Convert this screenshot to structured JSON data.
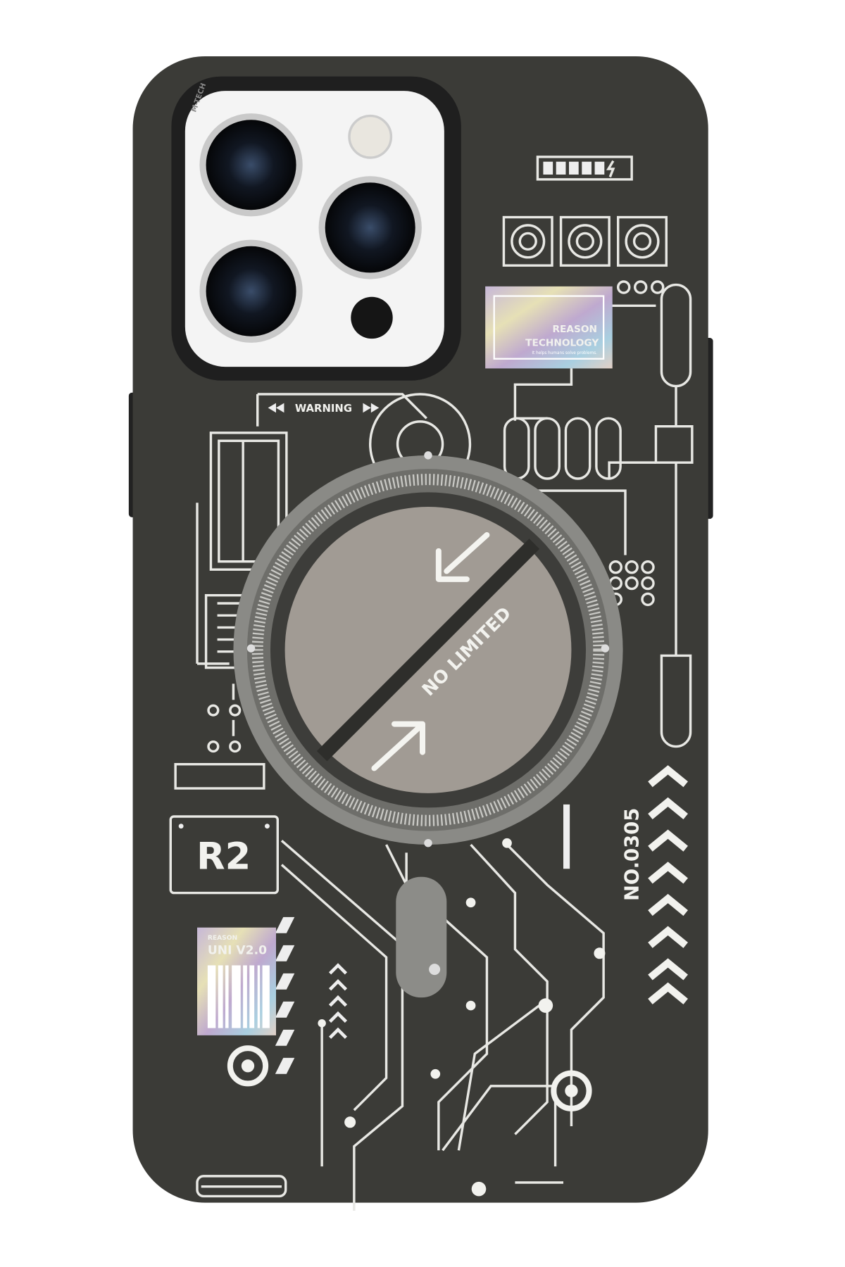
{
  "product": {
    "case_color": "#3b3b37",
    "camera_plate_color": "#f4f4f4",
    "warning_label": "WARNING",
    "camera_frame_text": "M-TECH",
    "sticker_top": {
      "brand": "REASON",
      "title": "TECHNOLOGY",
      "tagline": "It helps humans solve problems."
    },
    "magsafe_label": "NO LIMITED",
    "model_badge": "R2",
    "serial": "NO.0305",
    "sticker_bottom": {
      "brand": "REASON",
      "title": "UNI V2.0"
    }
  }
}
